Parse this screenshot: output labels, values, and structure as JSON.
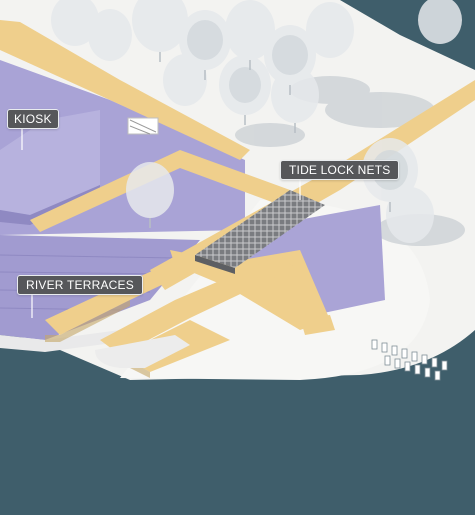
{
  "labels": {
    "kiosk": "KIOSK",
    "tide_lock_nets": "TIDE LOCK NETS",
    "river_terraces": "RIVER TERRACES"
  },
  "colors": {
    "water": "#3f5e6b",
    "terrace": "#a9a3d6",
    "walkway": "#efcf8c",
    "ground": "#f3f3f1",
    "trees": "#dfe3e6",
    "label_bg": "#56575a",
    "label_text": "#ffffff"
  }
}
